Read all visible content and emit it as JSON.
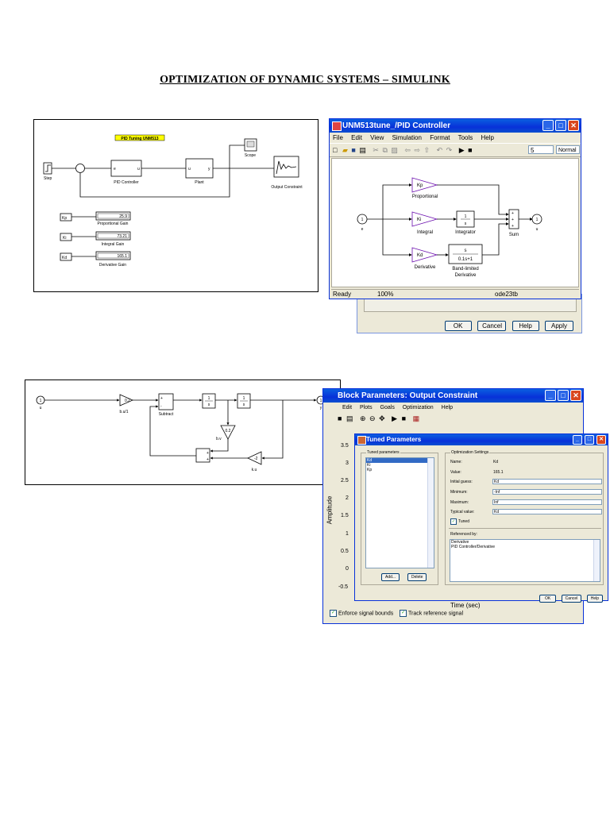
{
  "page_title": "OPTIMIZATION OF DYNAMIC SYSTEMS – SIMULINK",
  "model1": {
    "title_block": "PID Tuning UNM513",
    "blocks": {
      "step": "Step",
      "pid": "PID Controller",
      "plant": "Plant",
      "scope": "Scope",
      "output": "Output Constraint",
      "pid_in": "e",
      "pid_out": "u",
      "plant_in": "u",
      "plant_out": "y"
    },
    "gains": [
      {
        "var": "Kp",
        "value": "25.9",
        "label": "Proportional Gain"
      },
      {
        "var": "Ki",
        "value": "73.21",
        "label": "Integral Gain"
      },
      {
        "var": "Kd",
        "value": "165.1",
        "label": "Derivative Gain"
      }
    ]
  },
  "pid_window": {
    "title": "UNM513tune_/PID Controller",
    "menu": [
      "File",
      "Edit",
      "View",
      "Simulation",
      "Format",
      "Tools",
      "Help"
    ],
    "stop_time": "5",
    "mode": "Normal",
    "blocks": {
      "in_port": "1",
      "in_label": "e",
      "kp": "Kp",
      "proportional": "Proportional",
      "ki": "Ki",
      "integral": "Integral",
      "integrator_num": "1",
      "integrator_den": "s",
      "integrator": "Integrator",
      "kd": "Kd",
      "derivative_gain": "Derivative",
      "deriv_num": "s",
      "deriv_den": "0.1s+1",
      "band_limited": "Band-limited",
      "derivative": "Derivative",
      "sum": "Sum",
      "out_port": "1",
      "out_label": "u"
    },
    "status": {
      "ready": "Ready",
      "zoom": "100%",
      "solver": "ode23tb"
    },
    "buttons": [
      "OK",
      "Cancel",
      "Help",
      "Apply"
    ]
  },
  "model2": {
    "in_port": "1",
    "in_label": "u",
    "gain1": "0.2",
    "gain1_label": "b.u/1",
    "sum_label": "Subtract",
    "int_num": "1",
    "int_den": "s",
    "gain2": "0.2",
    "gain2_label": "b.v",
    "gain3": "-2",
    "gain3_label": "k.u",
    "out_port": "1",
    "out_label": "y"
  },
  "block_params": {
    "title": "Block Parameters: Output Constraint",
    "menu": [
      "Edit",
      "Plots",
      "Goals",
      "Optimization",
      "Help"
    ],
    "y_ticks": [
      "3.5",
      "3",
      "2.5",
      "2",
      "1.5",
      "1",
      "0.5",
      "0",
      "-0.5"
    ],
    "ylabel": "Amplitude",
    "xlabel": "Time (sec)",
    "checks": [
      "Enforce signal bounds",
      "Track reference signal"
    ]
  },
  "tuned": {
    "title": "Tuned Parameters",
    "group_label": "Tuned parameters",
    "params": [
      "Kd",
      "Ki",
      "Kp"
    ],
    "selected": "Kd",
    "add": "Add...",
    "delete": "Delete",
    "settings_label": "Optimization Settings",
    "name_label": "Name:",
    "name_value": "Kd",
    "value_label": "Value:",
    "value_value": "165.1",
    "initial_label": "Initial guess:",
    "initial_value": "Kd",
    "min_label": "Minimum:",
    "min_value": "-Inf",
    "max_label": "Maximum:",
    "max_value": "Inf",
    "typical_label": "Typical value:",
    "typical_value": "Kd",
    "tuned_label": "Tuned",
    "ref_label": "Referenced by:",
    "ref_items": [
      "Derivative",
      "PID Controller/Derivative"
    ],
    "buttons": [
      "OK",
      "Cancel",
      "Help"
    ]
  }
}
